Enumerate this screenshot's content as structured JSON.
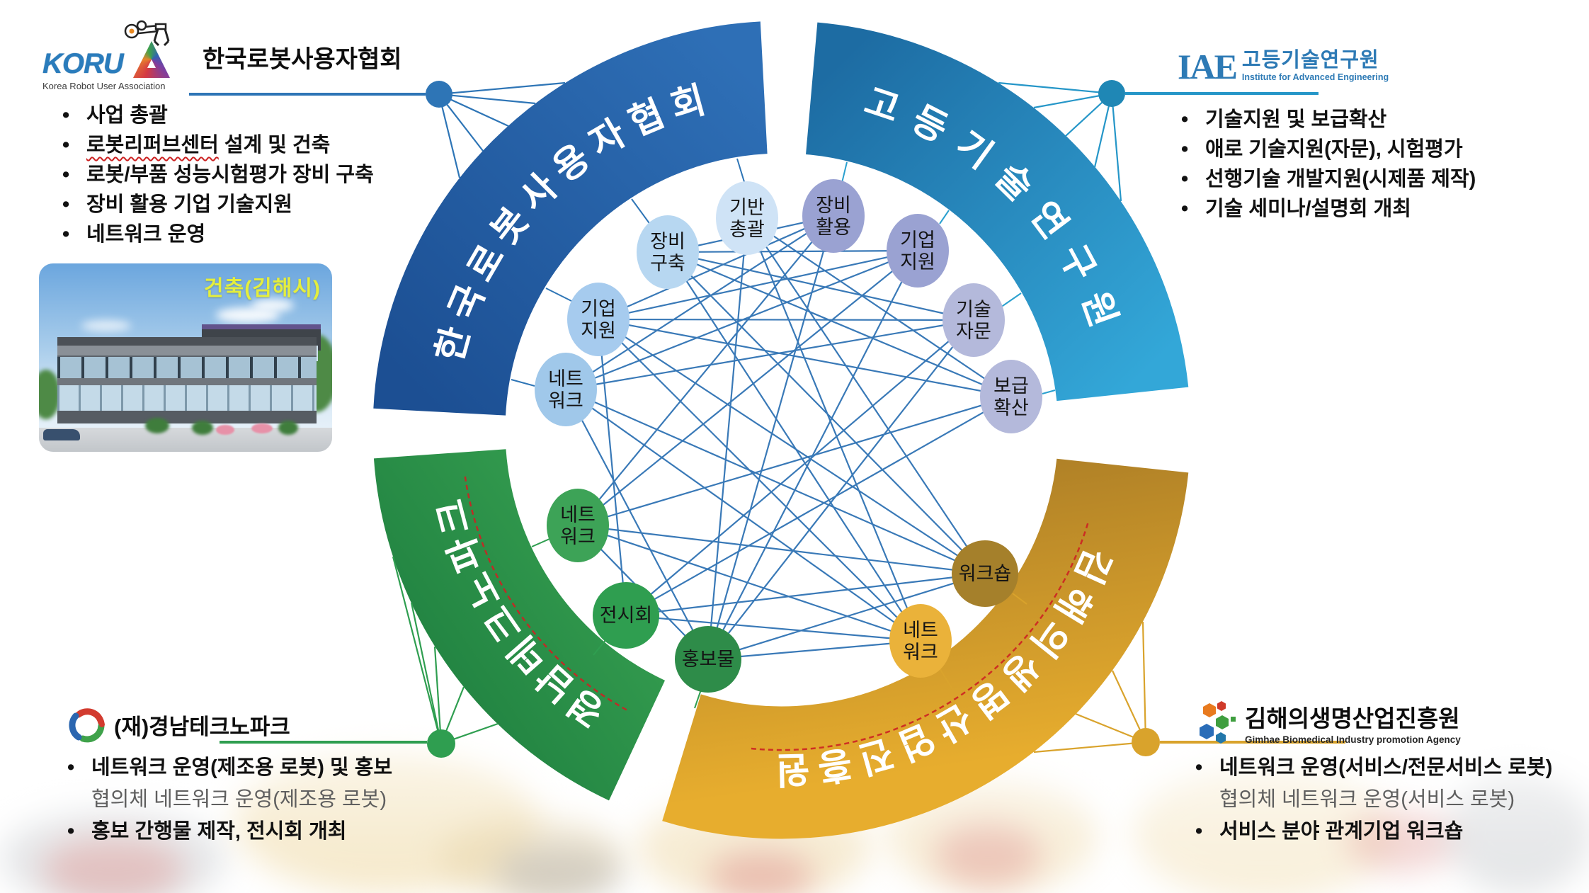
{
  "org_korua": {
    "logo_word": "KORU",
    "logo_letter": "A",
    "logo_caption": "Korea Robot User Association",
    "title": "한국로봇사용자협회",
    "bullets": [
      {
        "t": "사업 총괄"
      },
      {
        "m": "로봇리퍼브센터",
        "t": " 설계 및 건축"
      },
      {
        "t": "로봇/부품 성능시험평가 장비 구축"
      },
      {
        "t": "장비 활용 기업 기술지원"
      },
      {
        "t": "네트워크 운영"
      }
    ]
  },
  "org_iae": {
    "logo_word": "IAE",
    "logo_kr": "고등기술연구원",
    "logo_caption": "Institute for Advanced Engineering",
    "bullets": [
      {
        "t": "기술지원 및 보급확산"
      },
      {
        "t": "애로 기술지원(자문), 시험평가"
      },
      {
        "t": "선행기술 개발지원(시제품 제작)"
      },
      {
        "t": "기술 세미나/설명회 개최"
      }
    ]
  },
  "org_gtp": {
    "title": "(재)경남테크노파크",
    "bullets": [
      {
        "t": "네트워크 운영(제조용 로봇) 및 홍보"
      },
      {
        "t": "협의체 네트워크 운영(제조용 로봇)"
      },
      {
        "t": "홍보 간행물 제작, 전시회 개최"
      }
    ]
  },
  "org_gbia": {
    "title": "김해의생명산업진흥원",
    "logo_caption": "Gimhae Biomedical Industry promotion Agency",
    "bullets": [
      {
        "t": "네트워크 운영(서비스/전문서비스 로봇)"
      },
      {
        "t": "협의체 네트워크 운영(서비스 로봇)"
      },
      {
        "t": "서비스 분야 관계기업 워크숍"
      }
    ]
  },
  "building": {
    "caption": "건축(김해시)"
  },
  "arcs": {
    "korua": "한국로봇사용자협회",
    "iae": "고등기술연구원",
    "gtp": "경남테크노파크",
    "gbia": "김해의생명산업진흥원"
  },
  "nodes": {
    "n1": {
      "l1": "기반",
      "l2": "총괄"
    },
    "n2": {
      "l1": "장비",
      "l2": "활용"
    },
    "n3": {
      "l1": "장비",
      "l2": "구축"
    },
    "n4": {
      "l1": "기업",
      "l2": "지원"
    },
    "n5": {
      "l1": "기업",
      "l2": "지원"
    },
    "n6": {
      "l1": "기술",
      "l2": "자문"
    },
    "n7": {
      "l1": "네트",
      "l2": "워크"
    },
    "n8": {
      "l1": "보급",
      "l2": "확산"
    },
    "n9": {
      "l1": "네트",
      "l2": "워크"
    },
    "n10": {
      "l1": "워크숍"
    },
    "n11": {
      "l1": "전시회"
    },
    "n12": {
      "l1": "네트",
      "l2": "워크"
    },
    "n13": {
      "l1": "홍보물"
    }
  },
  "colors": {
    "arc_blue_dark": "#1c4f93",
    "arc_blue_light": "#2e6fb6",
    "arc_teal_dark": "#1d6ca3",
    "arc_teal_light": "#33a7d8",
    "arc_green_light": "#3aa453",
    "arc_green_dark": "#1f8040",
    "arc_gold_dark": "#ab7d26",
    "arc_gold_light": "#e7ad2e",
    "mesh_line": "#2f72b4",
    "squiggle_red": "#cc2222"
  }
}
